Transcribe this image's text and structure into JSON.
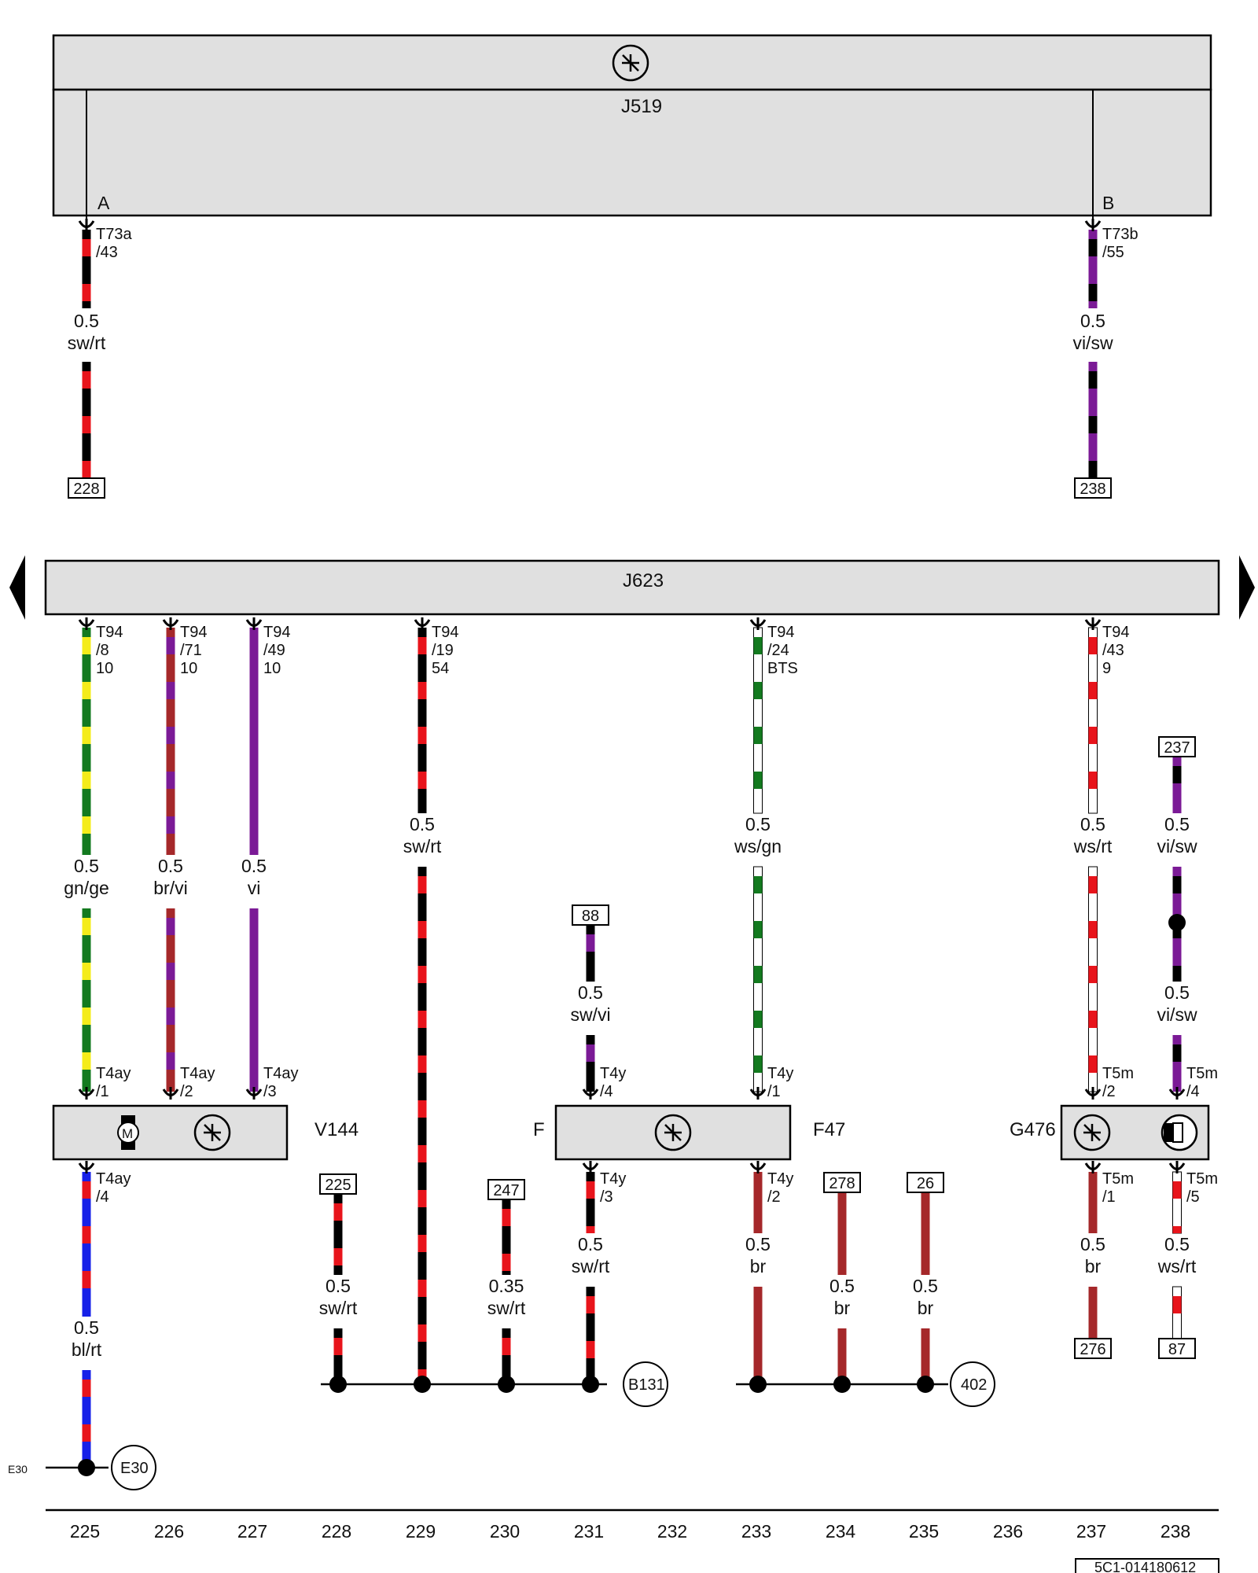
{
  "colors": {
    "sw": "#000000",
    "rt": "#e8141b",
    "vi": "#7b1a96",
    "gn": "#137a1f",
    "ge": "#f4ec1a",
    "br": "#a5282a",
    "bl": "#1620e8",
    "ws": "#ffffff",
    "box": "#e0e0e0"
  },
  "components": {
    "J519": "J519",
    "J623": "J623",
    "V144": "V144",
    "F": "F",
    "F47": "F47",
    "G476": "G476"
  },
  "symbols": {
    "motor": "M",
    "ground_left": "E30"
  },
  "wires": {
    "w228": {
      "size": "0.5",
      "color": "sw/rt"
    },
    "w238": {
      "size": "0.5",
      "color": "vi/sw"
    },
    "w225a": {
      "size": "0.5",
      "color": "gn/ge"
    },
    "w226a": {
      "size": "0.5",
      "color": "br/vi"
    },
    "w227a": {
      "size": "0.5",
      "color": "vi"
    },
    "w229a": {
      "size": "0.5",
      "color": "sw/rt"
    },
    "w233a": {
      "size": "0.5",
      "color": "ws/gn"
    },
    "w237a": {
      "size": "0.5",
      "color": "ws/rt"
    },
    "w238a": {
      "size": "0.5",
      "color": "vi/sw"
    },
    "w238b": {
      "size": "0.5",
      "color": "vi/sw"
    },
    "w231a": {
      "size": "0.5",
      "color": "sw/vi"
    },
    "w225b": {
      "size": "0.5",
      "color": "bl/rt"
    },
    "w228b": {
      "size": "0.5",
      "color": "sw/rt"
    },
    "w230b": {
      "size": "0.35",
      "color": "sw/rt"
    },
    "w231b": {
      "size": "0.5",
      "color": "sw/rt"
    },
    "w233b": {
      "size": "0.5",
      "color": "br"
    },
    "w234b": {
      "size": "0.5",
      "color": "br"
    },
    "w235b": {
      "size": "0.5",
      "color": "br"
    },
    "w237b": {
      "size": "0.5",
      "color": "br"
    },
    "w238c": {
      "size": "0.5",
      "color": "ws/rt"
    }
  },
  "pins": {
    "A": "A",
    "B": "B",
    "p1": [
      "T73a",
      "/43"
    ],
    "p2": [
      "T73b",
      "/55"
    ],
    "p3": [
      "T94",
      "/8",
      "10"
    ],
    "p4": [
      "T94",
      "/71",
      "10"
    ],
    "p5": [
      "T94",
      "/49",
      "10"
    ],
    "p6": [
      "T94",
      "/19",
      "54"
    ],
    "p7": [
      "T94",
      "/24",
      "BTS"
    ],
    "p8": [
      "T94",
      "/43",
      "9"
    ],
    "p9": [
      "T4ay",
      "/1"
    ],
    "p10": [
      "T4ay",
      "/2"
    ],
    "p11": [
      "T4ay",
      "/3"
    ],
    "p12": [
      "T4y",
      "/4"
    ],
    "p13": [
      "T4y",
      "/1"
    ],
    "p14": [
      "T5m",
      "/2"
    ],
    "p15": [
      "T5m",
      "/4"
    ],
    "p16": [
      "T4ay",
      "/4"
    ],
    "p17": [
      "T4y",
      "/3"
    ],
    "p18": [
      "T4y",
      "/2"
    ],
    "p19": [
      "T5m",
      "/1"
    ],
    "p20": [
      "T5m",
      "/5"
    ]
  },
  "refs": {
    "r228": "228",
    "r238": "238",
    "r237": "237",
    "r88": "88",
    "r225": "225",
    "r247": "247",
    "r278": "278",
    "r26": "26",
    "r276": "276",
    "r87": "87"
  },
  "grounds": {
    "B131": "B131",
    "g402": "402",
    "E30": "E30"
  },
  "columns": [
    "225",
    "226",
    "227",
    "228",
    "229",
    "230",
    "231",
    "232",
    "233",
    "234",
    "235",
    "236",
    "237",
    "238"
  ],
  "doc_code": "5C1-014180612"
}
